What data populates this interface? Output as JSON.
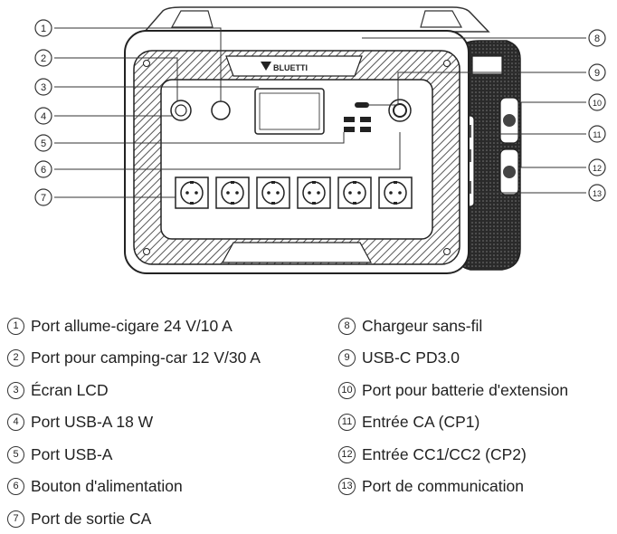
{
  "brand": "BLUETTI",
  "callouts": [
    "1",
    "2",
    "3",
    "4",
    "5",
    "6",
    "7",
    "8",
    "9",
    "10",
    "11",
    "12",
    "13"
  ],
  "legend": [
    {
      "num": "1",
      "label": "Port allume-cigare 24 V/10 A"
    },
    {
      "num": "2",
      "label": "Port pour camping-car 12 V/30 A"
    },
    {
      "num": "3",
      "label": "Écran LCD"
    },
    {
      "num": "4",
      "label": "Port USB-A 18 W"
    },
    {
      "num": "5",
      "label": "Port USB-A"
    },
    {
      "num": "6",
      "label": "Bouton d'alimentation"
    },
    {
      "num": "7",
      "label": "Port de sortie CA"
    },
    {
      "num": "8",
      "label": "Chargeur sans-fil"
    },
    {
      "num": "9",
      "label": "USB-C PD3.0"
    },
    {
      "num": "10",
      "label": "Port pour batterie d'extension"
    },
    {
      "num": "11",
      "label": "Entrée CA (CP1)"
    },
    {
      "num": "12",
      "label": "Entrée CC1/CC2 (CP2)"
    },
    {
      "num": "13",
      "label": "Port de communication"
    }
  ]
}
